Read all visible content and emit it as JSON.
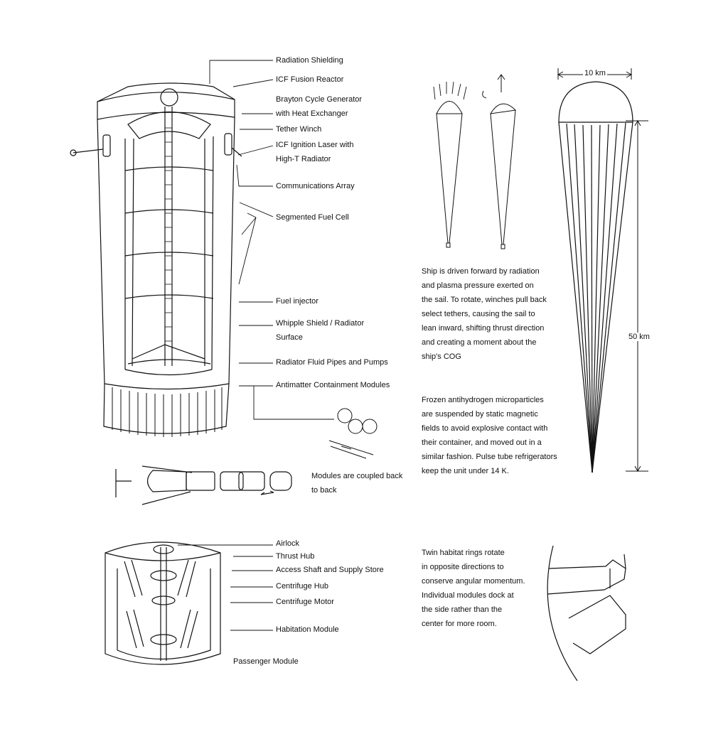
{
  "ship_labels": {
    "radiation_shielding": "Radiation Shielding",
    "icf_fusion_reactor": "ICF Fusion Reactor",
    "brayton_1": "Brayton Cycle Generator",
    "brayton_2": "with Heat Exchanger",
    "tether_winch": "Tether Winch",
    "icf_laser_1": "ICF Ignition Laser with",
    "icf_laser_2": "High-T Radiator",
    "communications_array": "Communications Array",
    "segmented_fuel_cell": "Segmented Fuel Cell",
    "fuel_injector": "Fuel injector",
    "whipple_1": "Whipple Shield / Radiator",
    "whipple_2": "Surface",
    "radiator_pipes": "Radiator Fluid Pipes and Pumps",
    "antimatter_modules": "Antimatter Containment Modules"
  },
  "coupling": {
    "line1": "Modules are coupled back",
    "line2": "to back"
  },
  "passenger_labels": {
    "airlock": "Airlock",
    "thrust_hub": "Thrust Hub",
    "access_shaft": "Access Shaft and Supply Store",
    "centrifuge_hub": "Centrifuge Hub",
    "centrifuge_motor": "Centrifuge Motor",
    "habitation_module": "Habitation Module",
    "passenger_module": "Passenger Module"
  },
  "sail_dimensions": {
    "width": "10 km",
    "length": "50 km"
  },
  "paragraphs": {
    "propulsion": [
      "Ship is driven forward by radiation",
      "and plasma pressure exerted on",
      "the sail. To rotate, winches pull back",
      "select tethers, causing the sail to",
      "lean inward, shifting thrust direction",
      "and creating a moment about the",
      "ship's COG"
    ],
    "antimatter": [
      "Frozen antihydrogen microparticles",
      "are suspended by static magnetic",
      "fields to avoid explosive contact with",
      "their container, and moved out in a",
      "similar fashion. Pulse tube refrigerators",
      "keep the unit under 14 K."
    ],
    "habitat": [
      "Twin habitat rings rotate",
      "in opposite directions to",
      "conserve angular momentum.",
      "Individual modules dock at",
      "the side rather than the",
      "center for more room."
    ]
  },
  "colors": {
    "ink": "#111111",
    "paper": "#ffffff"
  }
}
